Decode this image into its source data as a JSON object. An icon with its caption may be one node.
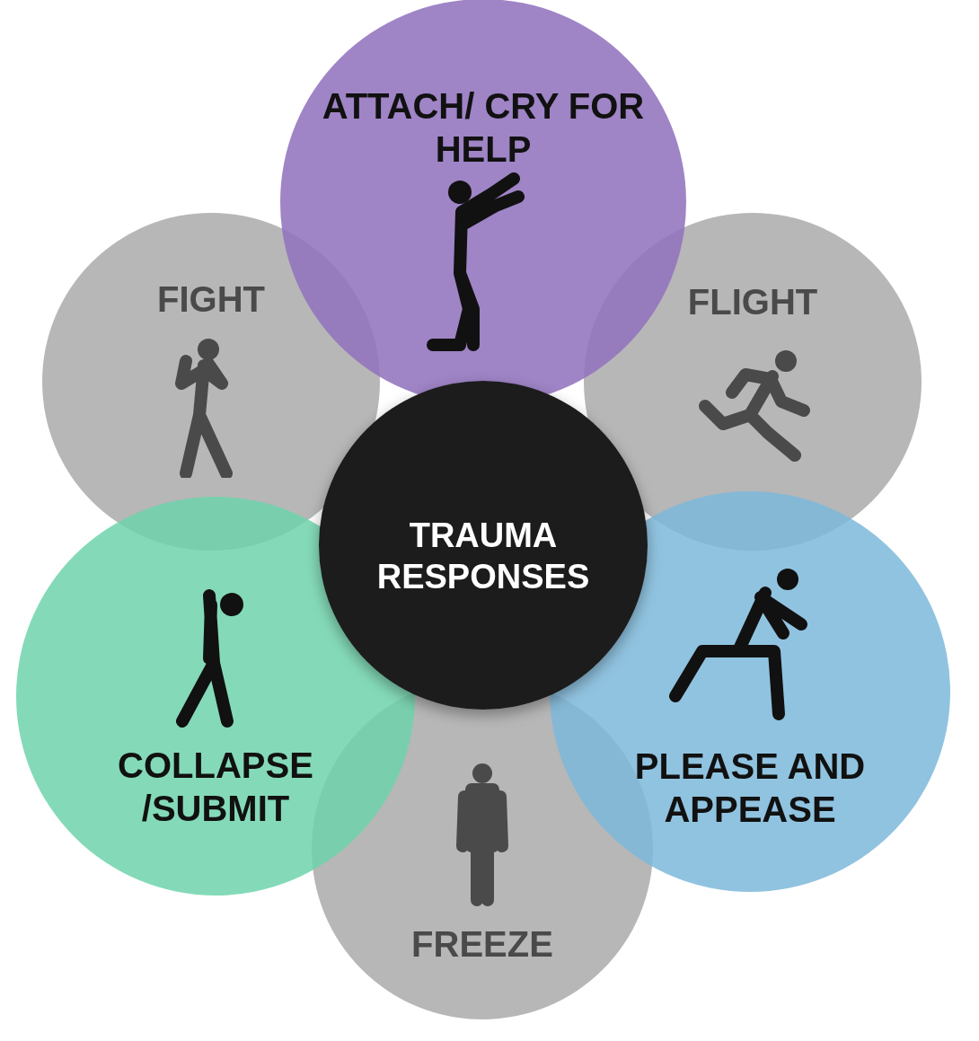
{
  "diagram": {
    "nodes": [
      {
        "text": [
          "ATTACH/ CRY FOR HELP"
        ]
      },
      {
        "text": [
          "FIGHT"
        ]
      },
      {
        "text": [
          "FLIGHT"
        ]
      },
      {
        "text": [
          "TRAUMA RESPONSES"
        ]
      },
      {
        "text": [
          "COLLAPSE /SUBMIT"
        ]
      },
      {
        "text": [
          "PLEASE AND APPEASE"
        ]
      },
      {
        "text": [
          "FREEZE"
        ]
      }
    ]
  }
}
